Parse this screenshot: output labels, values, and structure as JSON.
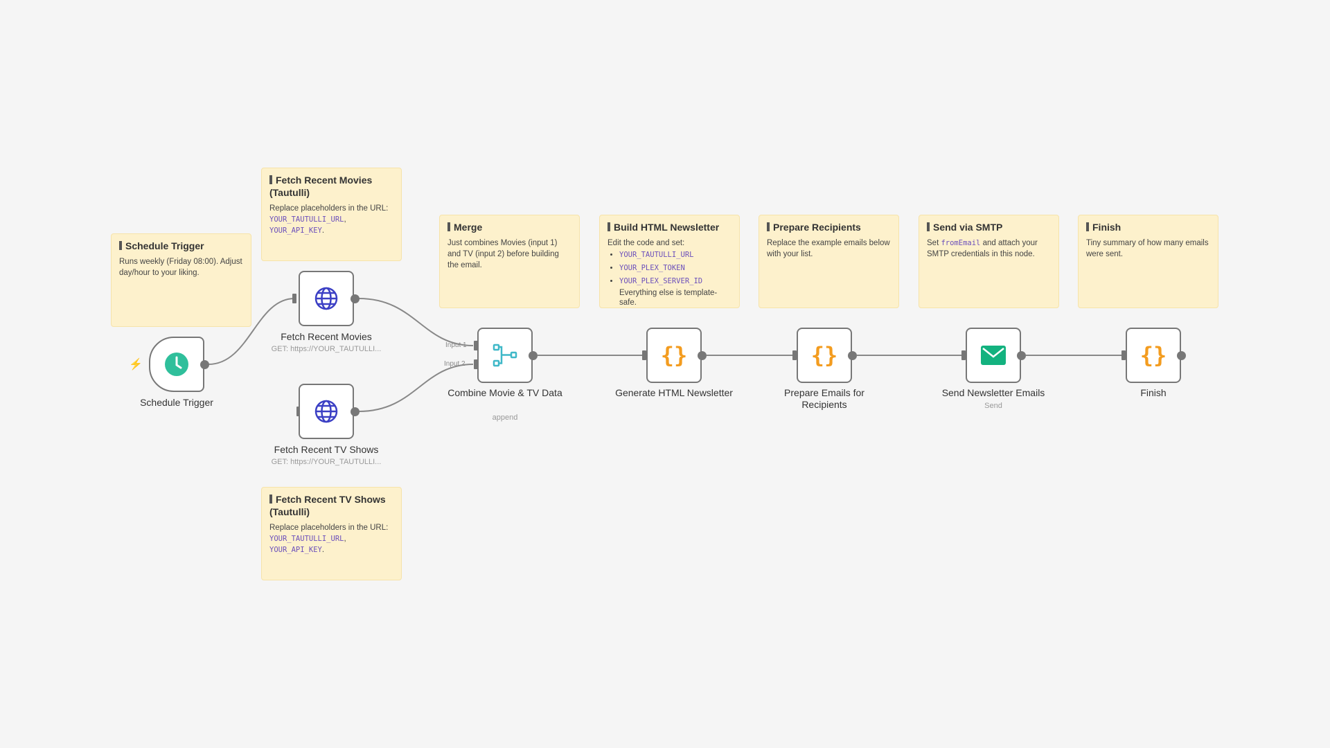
{
  "notes": {
    "schedule": {
      "title": "Schedule Trigger",
      "body": "Runs weekly (Friday 08:00). Adjust day/hour to your liking."
    },
    "movies": {
      "title": "Fetch Recent Movies (Tautulli)",
      "body": "Replace placeholders in the URL: ",
      "code1": "YOUR_TAUTULLI_URL",
      "sep": ", ",
      "code2": "YOUR_API_KEY",
      "end": "."
    },
    "tv": {
      "title": "Fetch Recent TV Shows (Tautulli)",
      "body": "Replace placeholders in the URL: ",
      "code1": "YOUR_TAUTULLI_URL",
      "sep": ", ",
      "code2": "YOUR_API_KEY",
      "end": "."
    },
    "merge": {
      "title": "Merge",
      "body": "Just combines Movies (input 1) and TV (input 2) before building the email."
    },
    "build": {
      "title": "Build HTML Newsletter",
      "body": "Edit the code and set:",
      "items": [
        "YOUR_TAUTULLI_URL",
        "YOUR_PLEX_TOKEN",
        "YOUR_PLEX_SERVER_ID"
      ],
      "tail": "Everything else is template-safe."
    },
    "recipients": {
      "title": "Prepare Recipients",
      "body": "Replace the example emails below with your list."
    },
    "smtp": {
      "title": "Send via SMTP",
      "pre": "Set ",
      "code": "fromEmail",
      "post": " and attach your SMTP credentials in this node."
    },
    "finish": {
      "title": "Finish",
      "body": "Tiny summary of how many emails were sent."
    }
  },
  "nodes": {
    "schedule": {
      "label": "Schedule Trigger"
    },
    "movies": {
      "label": "Fetch Recent Movies",
      "sub": "GET: https://YOUR_TAUTULLI..."
    },
    "tv": {
      "label": "Fetch Recent TV Shows",
      "sub": "GET: https://YOUR_TAUTULLI..."
    },
    "merge": {
      "label": "Combine Movie & TV Data",
      "sub": "append",
      "input1": "Input 1",
      "input2": "Input 2"
    },
    "generate": {
      "label": "Generate HTML Newsletter",
      "icon": "{}"
    },
    "prepare": {
      "label": "Prepare Emails for Recipients",
      "icon": "{}"
    },
    "send": {
      "label": "Send Newsletter Emails",
      "sub": "Send"
    },
    "finish": {
      "label": "Finish",
      "icon": "{}"
    }
  },
  "colors": {
    "canvas": "#f5f5f5",
    "note": "#fdf1cc",
    "code": "#6b4fbb",
    "trigger": "#2fbf9b",
    "http": "#3b3fc4",
    "merge": "#3fb8c8",
    "codeNode": "#f39c1f",
    "email": "#13b27f",
    "trigger_bolt": "#ff6d5a"
  }
}
